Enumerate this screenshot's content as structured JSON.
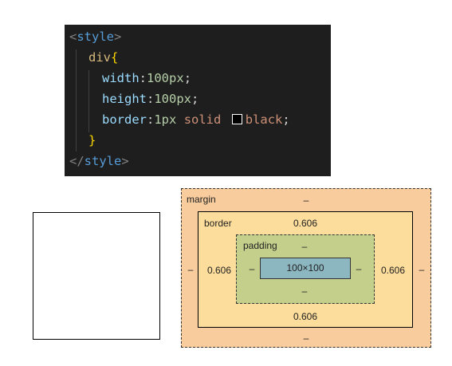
{
  "code": {
    "open_tag_bracket": "<",
    "open_tag_name": "style",
    "open_tag_close": ">",
    "selector": "div",
    "open_brace": "{",
    "width_prop": "width",
    "width_value": "100px",
    "height_prop": "height",
    "height_value": "100px",
    "border_prop": "border",
    "border_width": "1px",
    "border_style": "solid",
    "border_color": "black",
    "colon": ":",
    "semicolon": ";",
    "close_brace": "}",
    "close_tag_bracket": "</",
    "close_tag_name": "style",
    "close_tag_end": ">",
    "swatch_color": "#000000"
  },
  "box_model": {
    "margin_label": "margin",
    "margin_top": "–",
    "margin_bottom": "–",
    "margin_left": "–",
    "margin_right": "–",
    "border_label": "border",
    "border_top": "0.606",
    "border_bottom": "0.606",
    "border_left": "0.606",
    "border_right": "0.606",
    "padding_label": "padding",
    "padding_top": "–",
    "padding_bottom": "–",
    "padding_left": "–",
    "padding_right": "–",
    "content_size": "100×100"
  },
  "colors": {
    "editor_bg": "#1e1e1e",
    "margin": "#f9cc9d",
    "border": "#fddd9b",
    "padding": "#c3cf8a",
    "content": "#8cb6c0"
  }
}
